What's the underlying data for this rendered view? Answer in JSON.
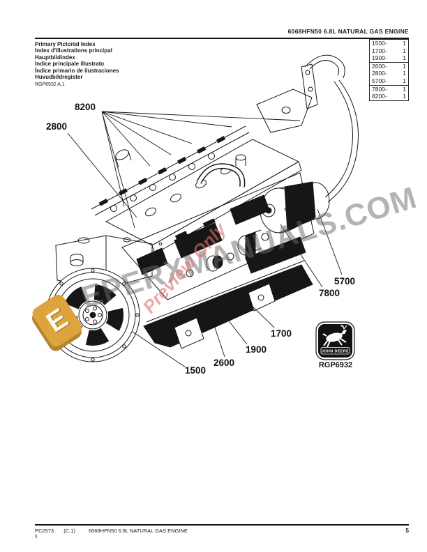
{
  "header": {
    "title": "6068HFN50 6.8L NATURAL GAS ENGINE"
  },
  "pictorial_index": {
    "titles": [
      "Primary Pictorial Index",
      "Index d'illustrations principal",
      "Hauptbildindex",
      "Indice principale illustrato",
      "Índice primario de ilustraciones",
      "Huvudbildregister"
    ],
    "figure_ref": "RGP6932 A.1"
  },
  "index_table": {
    "groups": [
      {
        "rows": [
          {
            "code": "1500-",
            "qty": "1"
          },
          {
            "code": "1700-",
            "qty": "1"
          },
          {
            "code": "1900-",
            "qty": "1"
          }
        ]
      },
      {
        "rows": [
          {
            "code": "2600-",
            "qty": "1"
          },
          {
            "code": "2800-",
            "qty": "1"
          },
          {
            "code": "5700-",
            "qty": "1"
          }
        ]
      },
      {
        "rows": [
          {
            "code": "7800-",
            "qty": "1"
          },
          {
            "code": "8200-",
            "qty": "1"
          }
        ]
      }
    ]
  },
  "diagram": {
    "callouts": [
      "8200",
      "2800",
      "5700",
      "7800",
      "1700",
      "1900",
      "2600",
      "1500"
    ],
    "brand": {
      "name": "John Deere",
      "label": "JOHN DEERE",
      "figure_code": "RGP6932"
    }
  },
  "watermark": {
    "logo_letter": "E",
    "text": "EPERXMANUALS.COM",
    "overlay_text": "Preview Only",
    "colors": {
      "text_gray": "#696969",
      "overlay_red": "#de6e6e",
      "logo_orange": "#dda33c"
    }
  },
  "footer": {
    "doc_code": "PC2573",
    "revision": "(C.1)",
    "title": "6068HFN50 6.8L NATURAL GAS ENGINE",
    "page_number": "5",
    "note": "i)"
  }
}
